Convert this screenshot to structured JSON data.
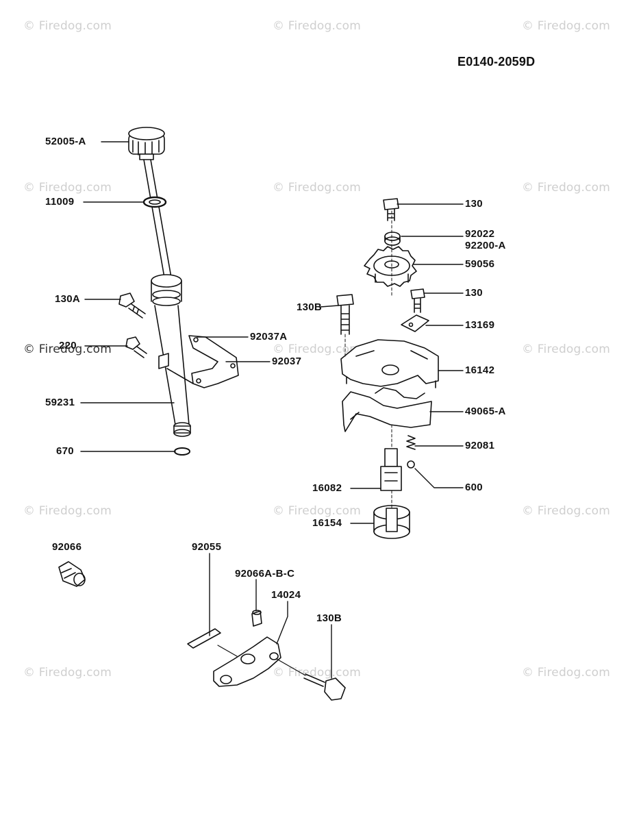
{
  "diagram_id": "E0140-2059D",
  "watermark": "© Firedog.com",
  "part_labels": {
    "p52005a": "52005-A",
    "p11009": "11009",
    "p130a": "130A",
    "p220": "220",
    "p92037a": "92037A",
    "p92037": "92037",
    "p59231": "59231",
    "p670": "670",
    "p130_top": "130",
    "p92022": "92022",
    "p92200a": "92200-A",
    "p59056": "59056",
    "p130b_mid": "130B",
    "p130_mid": "130",
    "p13169": "13169",
    "p16142": "16142",
    "p49065a": "49065-A",
    "p92081": "92081",
    "p600": "600",
    "p16082": "16082",
    "p16154": "16154",
    "p92066": "92066",
    "p92055": "92055",
    "p92066abc": "92066A-B-C",
    "p14024": "14024",
    "p130b_low": "130B"
  }
}
